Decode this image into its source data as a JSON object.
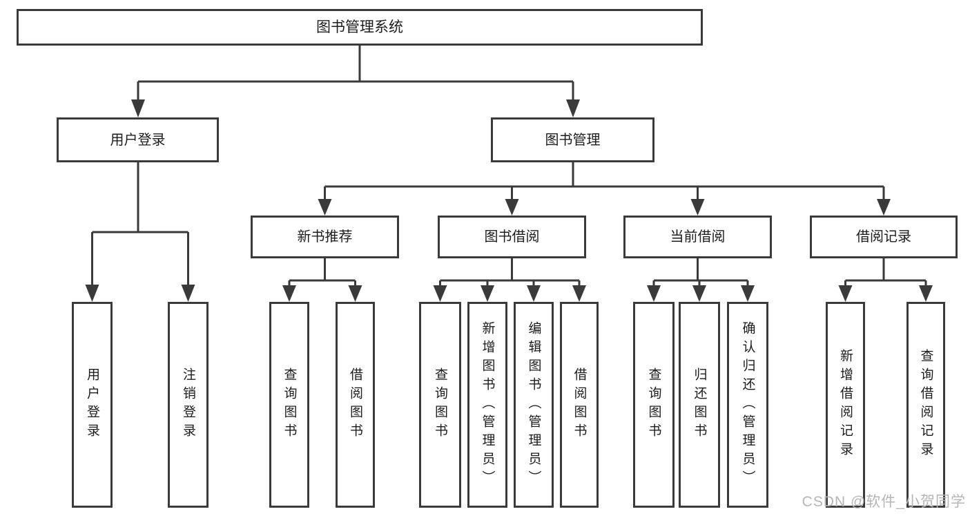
{
  "diagram": {
    "root": {
      "label": "图书管理系统"
    },
    "branches": [
      {
        "label": "用户登录",
        "children": [
          {
            "label": "用户登录"
          },
          {
            "label": "注销登录"
          }
        ]
      },
      {
        "label": "图书管理",
        "children": [
          {
            "label": "新书推荐",
            "children": [
              {
                "label": "查询图书"
              },
              {
                "label": "借阅图书"
              }
            ]
          },
          {
            "label": "图书借阅",
            "children": [
              {
                "label": "查询图书"
              },
              {
                "label": "新增图书（管理员）"
              },
              {
                "label": "编辑图书（管理员）"
              },
              {
                "label": "借阅图书"
              }
            ]
          },
          {
            "label": "当前借阅",
            "children": [
              {
                "label": "查询图书"
              },
              {
                "label": "归还图书"
              },
              {
                "label": "确认归还（管理员）"
              }
            ]
          },
          {
            "label": "借阅记录",
            "children": [
              {
                "label": "新增借阅记录"
              },
              {
                "label": "查询借阅记录"
              }
            ]
          }
        ]
      }
    ],
    "watermark": "CSDN @软件_小贺同学",
    "colors": {
      "line": "#3a3a3a",
      "text": "#1c1c1c",
      "background": "#ffffff",
      "watermark": "#b5b5b5"
    }
  }
}
